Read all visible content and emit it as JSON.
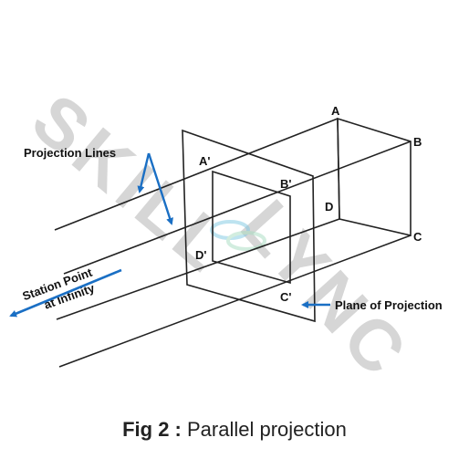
{
  "watermark": {
    "word1": "SKILL",
    "word2": "LYNC",
    "color": "#d6d6d6"
  },
  "logo_icon": "chain-link-icon",
  "labels": {
    "projection_lines": "Projection Lines",
    "station_point_line1": "Station Point",
    "station_point_line2": "at Infinity",
    "plane_of_projection": "Plane of Projection"
  },
  "points": {
    "A": "A",
    "B": "B",
    "C": "C",
    "D": "D",
    "A_prime": "A'",
    "B_prime": "B'",
    "C_prime": "C'",
    "D_prime": "D'"
  },
  "caption": {
    "bold": "Fig 2 :",
    "text": " Parallel projection"
  },
  "colors": {
    "line": "#222222",
    "arrow": "#1a6fc4",
    "text": "#111111"
  }
}
